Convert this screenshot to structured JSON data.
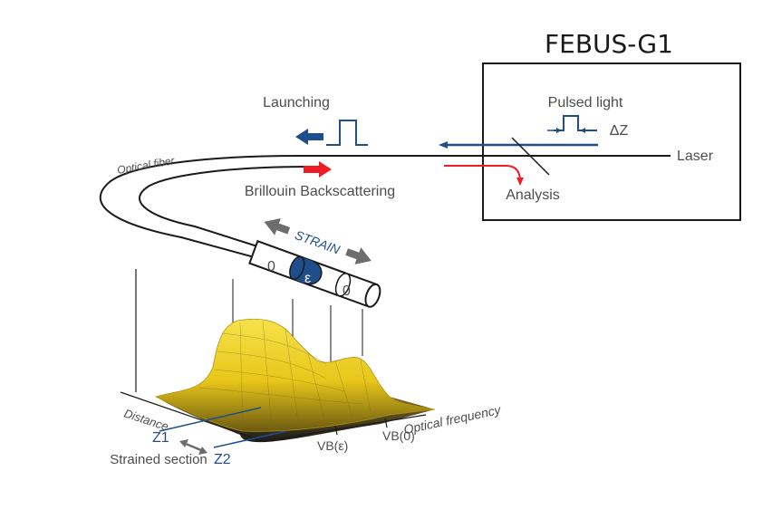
{
  "device": {
    "title": "FEBUS-G1",
    "pulsed_light": "Pulsed light",
    "delta_z": "ΔZ",
    "laser": "Laser",
    "analysis": "Analysis"
  },
  "fiber": {
    "label": "Optical fiber",
    "launching": "Launching",
    "backscattering": "Brillouin Backscattering",
    "strain": "STRAIN",
    "segments": [
      "0",
      "ε",
      "0"
    ]
  },
  "plot": {
    "axis_distance": "Distance",
    "axis_frequency": "Optical frequency",
    "z1": "Z1",
    "z2": "Z2",
    "strained_section": "Strained section",
    "vb_strain": "VB(ε)",
    "vb_zero": "VB(0)"
  },
  "colors": {
    "blue": "#1f4e8c",
    "red": "#ee1c25",
    "gray_arrow": "#6d6d6d",
    "surface": "#f0d21c"
  }
}
